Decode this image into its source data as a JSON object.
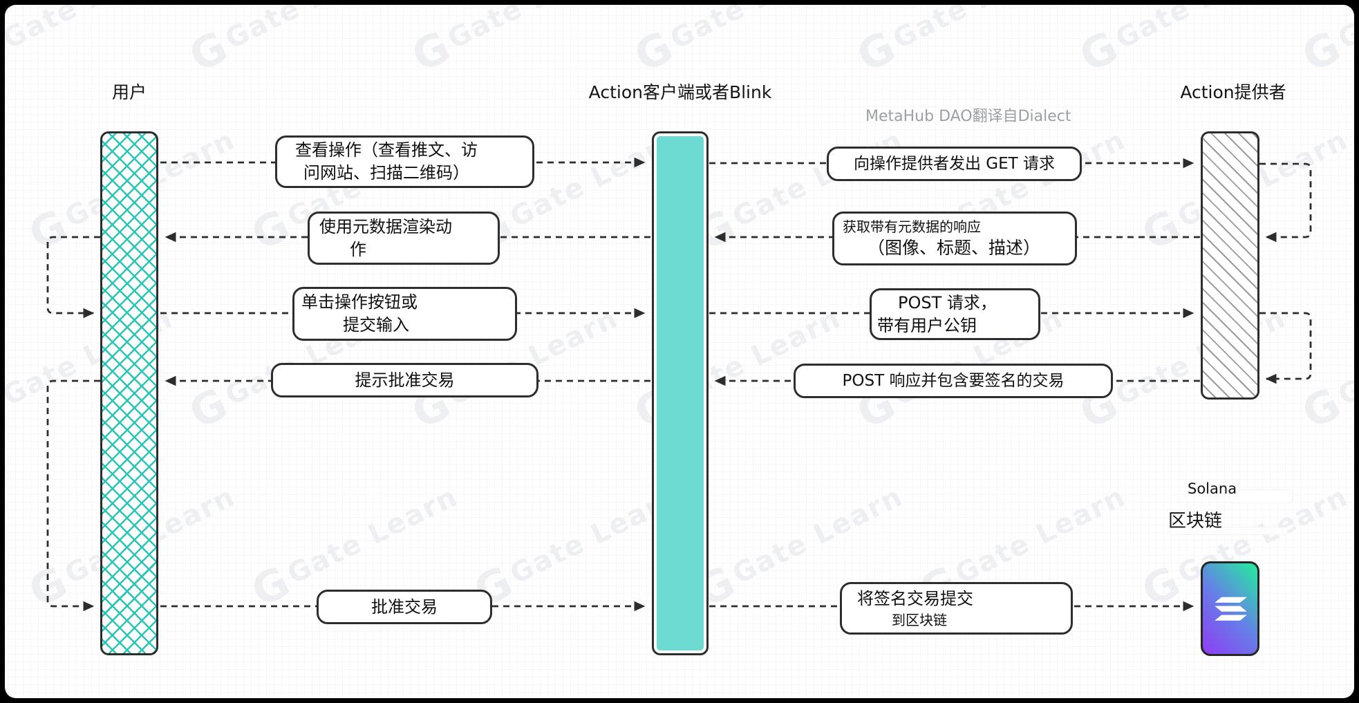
{
  "header": {
    "user_label": "用户",
    "client_label": "Action客户端或者Blink",
    "provider_label": "Action提供者",
    "attribution": "MetaHub DAO翻译自Dialect"
  },
  "messages": {
    "view_action": {
      "line1": "查看操作（查看推文、访",
      "line2": "问网站、扫描二维码）"
    },
    "render_action": {
      "line1": "使用元数据渲染动",
      "line2": "作"
    },
    "click_action": {
      "line1": "单击操作按钮或",
      "line2": "提交输入"
    },
    "prompt_approve": {
      "line1": "提示批准交易"
    },
    "approve": {
      "line1": "批准交易"
    },
    "get_request": {
      "line1": "向操作提供者发出 GET 请求"
    },
    "metadata_response": {
      "line1": "获取带有元数据的响应",
      "line2": "（图像、标题、描述）"
    },
    "post_request": {
      "line1": "POST 请求，",
      "line2": "带有用户公钥"
    },
    "post_response": {
      "line1": "POST 响应并包含要签名的交易"
    },
    "submit_tx": {
      "line1": "将签名交易提交",
      "line2": "到区块链"
    }
  },
  "solana": {
    "network_label": "Solana",
    "chain_label": "区块链"
  },
  "watermark": {
    "logo_glyph": "G",
    "text": "Gate Learn"
  },
  "colors": {
    "client_fill": "#6EDBD2",
    "user_hatch": "#27C5B5",
    "provider_hatch": "#9B9B9B",
    "stroke": "#2D2D2D",
    "attribution_gray": "#9DA0A3",
    "solana_gradient_start": "#8A45F2",
    "solana_gradient_end": "#2AE2A6"
  }
}
